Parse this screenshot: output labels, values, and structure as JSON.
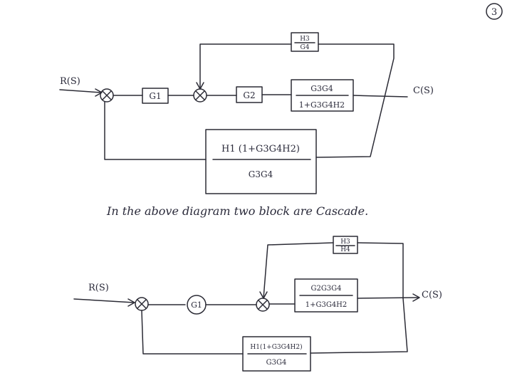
{
  "page_number": "3",
  "note": "In the above diagram two block are Cascade.",
  "diagram1": {
    "input": "R(S)",
    "output": "C(S)",
    "blocks": {
      "g1": "G1",
      "g2": "G2",
      "forward_num": "G3G4",
      "forward_den": "1+G3G4H2",
      "top_feedback_num": "H3",
      "top_feedback_den": "G4",
      "bottom_feedback_num": "H1 (1+G3G4H2)",
      "bottom_feedback_den": "G3G4"
    }
  },
  "diagram2": {
    "input": "R(S)",
    "output": "C(S)",
    "blocks": {
      "g1": "G1",
      "forward_num": "G2G3G4",
      "forward_den": "1+G3G4H2",
      "top_feedback_num": "H3",
      "top_feedback_den": "H4",
      "bottom_feedback_num": "H1(1+G3G4H2)",
      "bottom_feedback_den": "G3G4"
    }
  }
}
